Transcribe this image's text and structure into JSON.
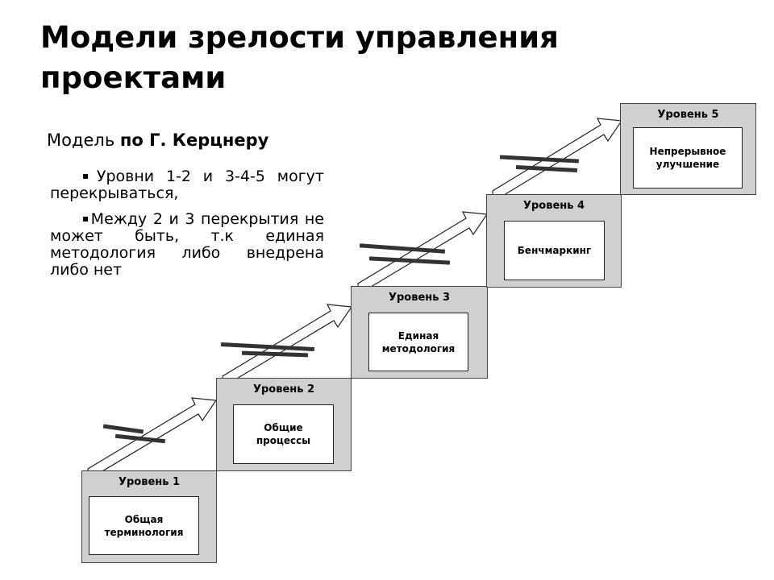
{
  "title": "Модели зрелости управления проектами",
  "subtitle": {
    "prefix": "Модель ",
    "author": "по Г. Керцнеру"
  },
  "bullets": [
    {
      "mark": "▪",
      "text": "Уровни 1-2 и 3-4-5 могут перекрываться,"
    },
    {
      "mark": "▪",
      "text": "Между 2 и 3 перекрытия не может быть, т.к единая методология либо внедрена либо нет"
    }
  ],
  "levels": [
    {
      "label": "Уровень 1",
      "line1": "Общая",
      "line2": "терминология"
    },
    {
      "label": "Уровень 2",
      "line1": "Общие",
      "line2": "процессы"
    },
    {
      "label": "Уровень 3",
      "line1": "Единая",
      "line2": "методология"
    },
    {
      "label": "Уровень 4",
      "line1": "Бенчмаркинг",
      "line2": ""
    },
    {
      "label": "Уровень 5",
      "line1": "Непрерывное",
      "line2": "улучшение"
    }
  ],
  "colors": {
    "step_fill": "#d0d0d0",
    "arrow_fill": "#ffffff",
    "stroke": "#222222"
  }
}
